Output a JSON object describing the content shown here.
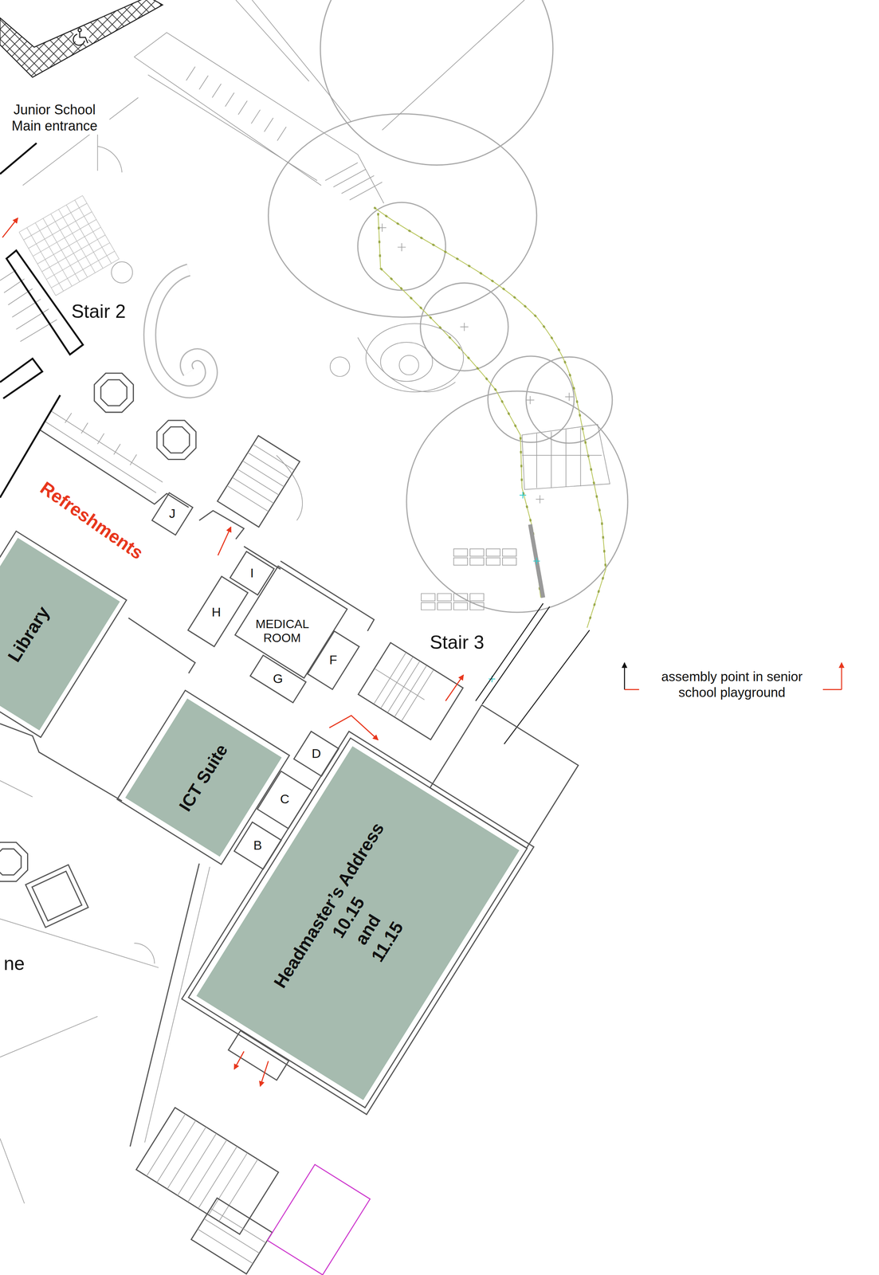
{
  "diagram": {
    "nodes": [
      {
        "text": [
          "J"
        ]
      },
      {
        "text": [
          "I"
        ]
      },
      {
        "text": [
          "H"
        ]
      },
      {
        "text": [
          "MEDICAL ROOM"
        ]
      },
      {
        "text": [
          "Library"
        ]
      },
      {
        "text": [
          "F"
        ]
      },
      {
        "text": [
          "G"
        ]
      },
      {
        "text": [
          "D"
        ]
      },
      {
        "text": [
          "ICT Suite"
        ]
      },
      {
        "text": [
          "C"
        ]
      },
      {
        "text": [
          "B"
        ]
      },
      {
        "text": [
          "Headmaster’s Address",
          "10.15 and 11.15"
        ]
      }
    ],
    "labels": [
      "Junior School Main entrance",
      "Stair 2",
      "Refreshments",
      "Stair 3",
      "ne"
    ],
    "legend": [
      {
        "text": "assembly point in senior school playground"
      }
    ]
  }
}
